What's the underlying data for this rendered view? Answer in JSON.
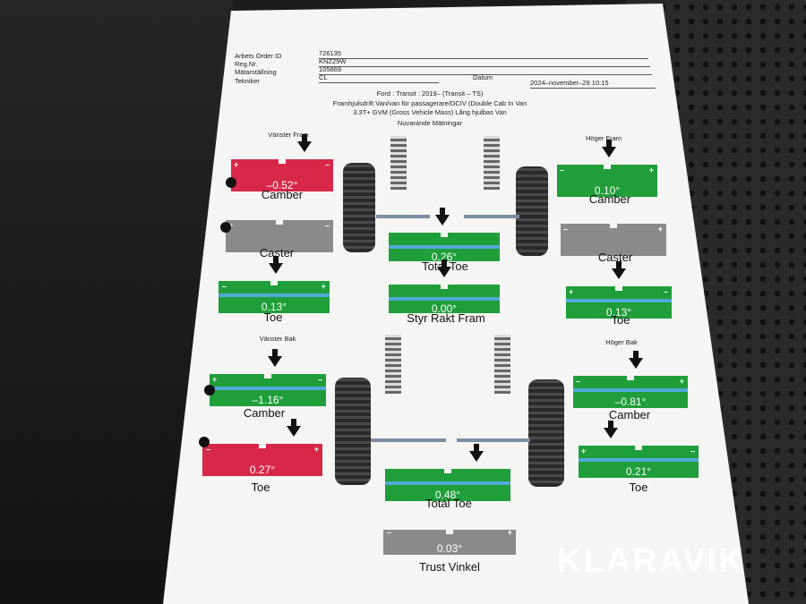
{
  "header": {
    "order_label": "Arbets Order ID",
    "order_value": "726135",
    "reg_label": "Reg.Nr.",
    "reg_value": "KNZ29W",
    "station_label": "Mätarställning",
    "station_value": "105869",
    "tech_label": "Tekniker",
    "tech_value": "CL",
    "date_label": "Datum",
    "date_value": "2024–november–29 10:15"
  },
  "vehicle": {
    "line1": "Ford : Transit : 2019–   (Transit – TS)",
    "line2": "Framhjulsdrift Van/van för passagerare/DCIV (Double Cab In Van",
    "line3": "3.3T+ GVM (Gross Vehicle Mass) Lång hjulbas Van",
    "line4": "Nuvarande Mätningar"
  },
  "front_left_title": "Vänster Fram",
  "front_right_title": "Höger Fram",
  "rear_left_title": "Vänster Bak",
  "rear_right_title": "Höger Bak",
  "gauges": {
    "fl_camber": {
      "value": "–0.52°",
      "label": "Camber",
      "color": "#d8284a"
    },
    "fl_caster": {
      "value": "",
      "label": "Caster",
      "color": "#8a8a8a"
    },
    "fl_toe": {
      "value": "0.13°",
      "label": "Toe",
      "color": "#1f9e3a"
    },
    "fr_camber": {
      "value": "0.10°",
      "label": "Camber",
      "color": "#1f9e3a"
    },
    "fr_caster": {
      "value": "",
      "label": "Caster",
      "color": "#8a8a8a"
    },
    "fr_toe": {
      "value": "0.13°",
      "label": "Toe",
      "color": "#1f9e3a"
    },
    "front_total_toe": {
      "value": "0.26°",
      "label": "Total Toe",
      "color": "#1f9e3a"
    },
    "steer_straight": {
      "value": "0.00°",
      "label": "Styr Rakt Fram",
      "color": "#1f9e3a"
    },
    "rl_camber": {
      "value": "–1.16°",
      "label": "Camber",
      "color": "#1f9e3a"
    },
    "rl_toe": {
      "value": "0.27°",
      "label": "Toe",
      "color": "#d8284a"
    },
    "rr_camber": {
      "value": "–0.81°",
      "label": "Camber",
      "color": "#1f9e3a"
    },
    "rr_toe": {
      "value": "0.21°",
      "label": "Toe",
      "color": "#1f9e3a"
    },
    "rear_total_toe": {
      "value": "0.48°",
      "label": "Total Toe",
      "color": "#1f9e3a"
    },
    "thrust_angle": {
      "value": "0.03°",
      "label": "Trust Vinkel",
      "color": "#8a8a8a"
    }
  },
  "signs": {
    "plus": "+",
    "minus": "–"
  },
  "watermark": "KLARAVIK"
}
